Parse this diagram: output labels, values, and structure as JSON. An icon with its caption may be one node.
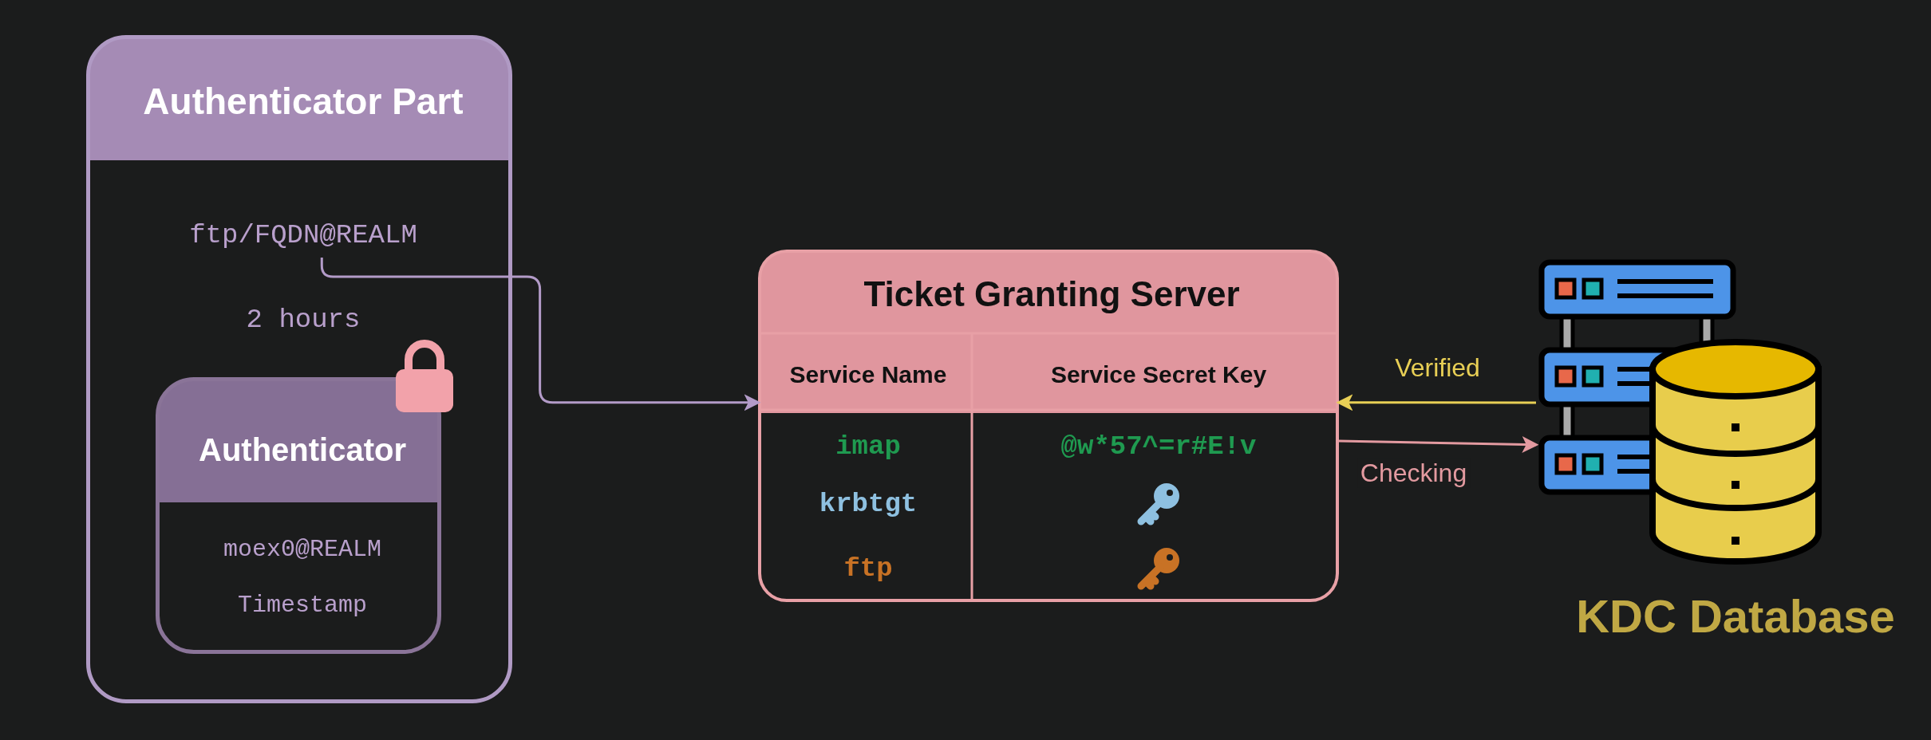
{
  "diagram": {
    "nodes": [
      {
        "text": [
          "Authenticator Part",
          "2 hours"
        ]
      },
      {
        "text": [
          "ftp/FQDN@REALM"
        ],
        "in": 0
      },
      {
        "text": [
          "Authenticator",
          "moex0@REALM",
          "Timestamp"
        ],
        "in": 0
      },
      {
        "text": [
          "Ticket Granting Server"
        ]
      },
      {
        "text": [
          "KDC Database"
        ]
      }
    ],
    "edges": [
      {
        "from": 1,
        "to": 3,
        "arrow": "to",
        "color": "#b39bc8"
      },
      {
        "from": 4,
        "to": 3,
        "arrow": "to",
        "label": "Verified",
        "color": "#e8cf55"
      },
      {
        "from": 3,
        "to": 4,
        "arrow": "to",
        "label": "Checking",
        "color": "#e39aa0"
      }
    ],
    "labels": [
      "Service Name",
      "Service Secret Key",
      "imap",
      "@w*57^=r#E!v",
      "krbtgt",
      "ftp"
    ]
  }
}
